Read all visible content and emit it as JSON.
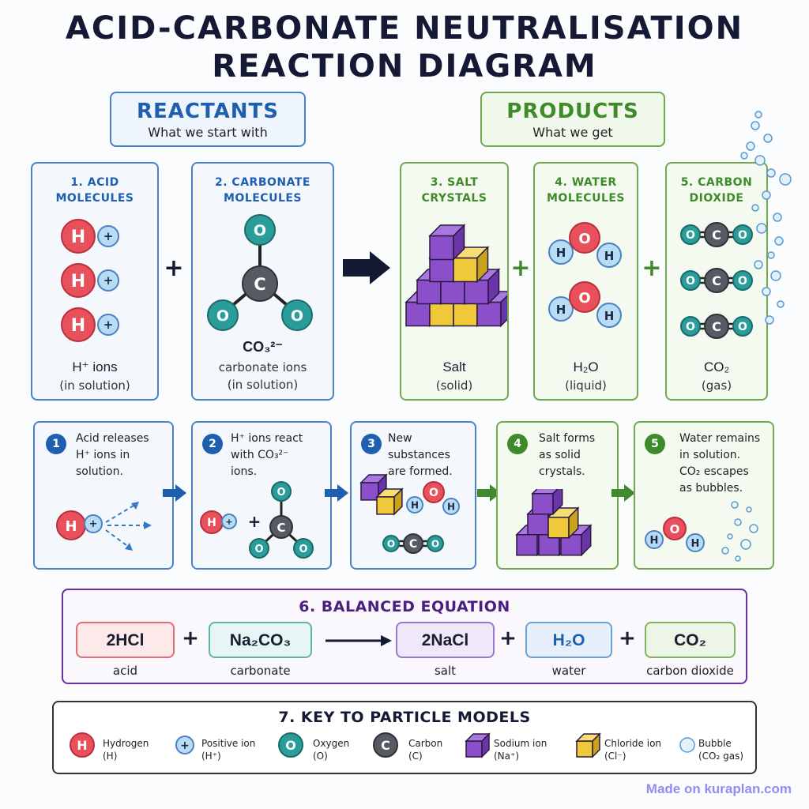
{
  "title": {
    "line1": "ACID-CARBONATE NEUTRALISATION",
    "line2": "REACTION DIAGRAM"
  },
  "reactants": {
    "heading": "REACTANTS",
    "sub": "What we start with"
  },
  "products": {
    "heading": "PRODUCTS",
    "sub": "What we get"
  },
  "cards": [
    {
      "title1": "1. ACID",
      "title2": "MOLECULES",
      "cap1": "H⁺ ions",
      "cap2": "(in solution)"
    },
    {
      "title1": "2. CARBONATE",
      "title2": "MOLECULES",
      "cap1": "CO₃²⁻",
      "cap2": "carbonate ions",
      "cap3": "(in solution)"
    },
    {
      "title1": "3. SALT",
      "title2": "CRYSTALS",
      "cap1": "Salt",
      "cap2": "(solid)"
    },
    {
      "title1": "4. WATER",
      "title2": "MOLECULES",
      "cap1": "H₂O",
      "cap2": "(liquid)"
    },
    {
      "title1": "5. CARBON",
      "title2": "DIOXIDE",
      "cap1": "CO₂",
      "cap2": "(gas)"
    }
  ],
  "atoms": {
    "H": "H",
    "O": "O",
    "C": "C",
    "plus": "+"
  },
  "steps": [
    {
      "num": "1",
      "l1": "Acid releases",
      "l2": "H⁺ ions in",
      "l3": "solution."
    },
    {
      "num": "2",
      "l1": "H⁺ ions react",
      "l2": "with CO₃²⁻",
      "l3": "ions."
    },
    {
      "num": "3",
      "l1": "New substances",
      "l2": "are formed.",
      "l3": ""
    },
    {
      "num": "4",
      "l1": "Salt forms",
      "l2": "as solid",
      "l3": "crystals."
    },
    {
      "num": "5",
      "l1": "Water remains",
      "l2": "in solution.",
      "l3": "CO₂ escapes",
      "l4": "as bubbles."
    }
  ],
  "equation": {
    "heading": "6. BALANCED EQUATION",
    "terms": [
      {
        "formula": "2HCl",
        "label": "acid"
      },
      {
        "formula": "Na₂CO₃",
        "label": "carbonate"
      },
      {
        "formula": "2NaCl",
        "label": "salt"
      },
      {
        "formula": "H₂O",
        "label": "water"
      },
      {
        "formula": "CO₂",
        "label": "carbon dioxide"
      }
    ],
    "plus": "+"
  },
  "key": {
    "heading": "7. KEY TO PARTICLE MODELS",
    "items": [
      {
        "l1": "Hydrogen",
        "l2": "(H)"
      },
      {
        "l1": "Positive ion",
        "l2": "(H⁺)"
      },
      {
        "l1": "Oxygen",
        "l2": "(O)"
      },
      {
        "l1": "Carbon",
        "l2": "(C)"
      },
      {
        "l1": "Sodium ion",
        "l2": "(Na⁺)"
      },
      {
        "l1": "Chloride ion",
        "l2": "(Cl⁻)"
      },
      {
        "l1": "Bubble",
        "l2": "(CO₂ gas)"
      }
    ]
  },
  "watermark": "Made on kuraplan.com",
  "colors": {
    "hydrogen": "#e8505b",
    "ion": "#b9dcf5",
    "oxygen": "#2a9d9a",
    "carbon": "#555a63",
    "sodium": "#8a4fc9",
    "chloride": "#f0c93a",
    "blue": "#1f5fb0",
    "green": "#3f8a2a",
    "purple": "#6b2fa0"
  }
}
